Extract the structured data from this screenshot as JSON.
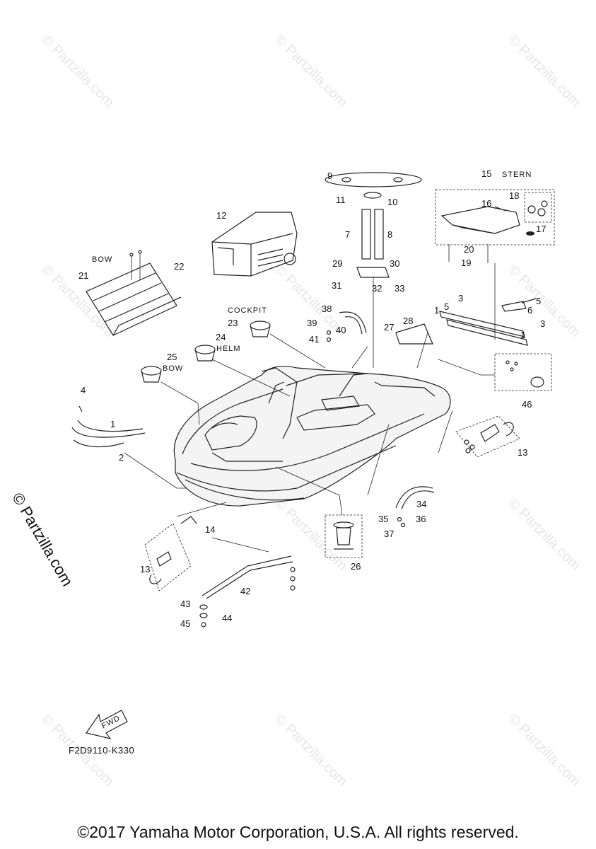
{
  "watermark": "© Partzilla.com",
  "side_credit": "© Partzilla.com",
  "drawing_code": "F2D9110-K330",
  "fwd_label": "FWD",
  "copyright": "©2017 Yamaha Motor Corporation, U.S.A. All rights reserved.",
  "area_labels": {
    "stern": "STERN",
    "bow_ladder": "BOW",
    "cockpit": "COCKPIT",
    "helm": "HELM",
    "bow_cup": "BOW"
  },
  "callouts": [
    "1",
    "2",
    "3",
    "4",
    "5",
    "6",
    "7",
    "8",
    "9",
    "10",
    "11",
    "12",
    "13",
    "14",
    "15",
    "16",
    "17",
    "18",
    "19",
    "20",
    "21",
    "22",
    "23",
    "24",
    "25",
    "26",
    "27",
    "28",
    "29",
    "30",
    "31",
    "32",
    "33",
    "34",
    "35",
    "36",
    "37",
    "38",
    "39",
    "40",
    "41",
    "42",
    "43",
    "44",
    "45",
    "46"
  ]
}
